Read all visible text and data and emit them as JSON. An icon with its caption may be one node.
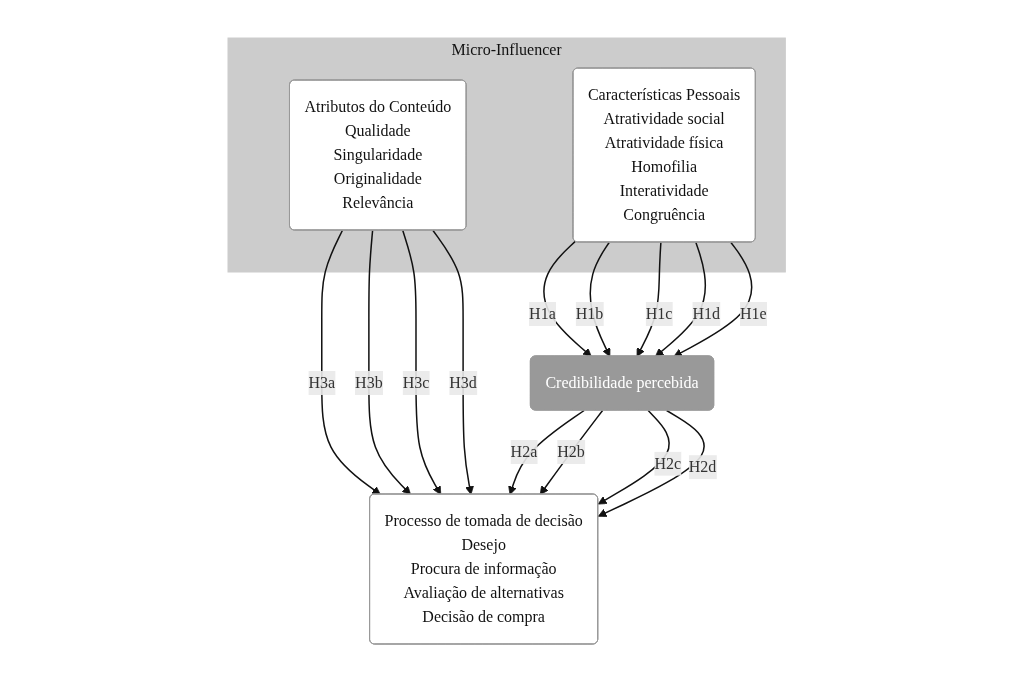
{
  "diagram": {
    "nodes": [
      {
        "text": [
          "Micro-Influencer"
        ]
      },
      {
        "text": [
          "Atributos do Conteúdo",
          "Qualidade",
          "Singularidade",
          "Originalidade",
          "Relevância"
        ],
        "in": 0
      },
      {
        "text": [
          "Características Pessoais",
          "Atratividade social",
          "Atratividade física",
          "Homofilia",
          "Interatividade",
          "Congruência"
        ],
        "in": 0
      },
      {
        "text": [
          "Processo de tomada de decisão",
          "Desejo",
          "Procura de informação",
          "Avaliação de alternativas",
          "Decisão de compra"
        ]
      },
      {
        "text": [
          "Credibilidade percebida"
        ]
      }
    ],
    "edges": [
      {
        "from": 1,
        "to": 3,
        "arrow": "to",
        "label": "H3a"
      },
      {
        "from": 1,
        "to": 3,
        "arrow": "to",
        "label": "H3b"
      },
      {
        "from": 1,
        "to": 3,
        "arrow": "to",
        "label": "H3c"
      },
      {
        "from": 1,
        "to": 3,
        "arrow": "to",
        "label": "H3d"
      },
      {
        "from": 2,
        "to": 4,
        "arrow": "to",
        "label": "H1a"
      },
      {
        "from": 2,
        "to": 4,
        "arrow": "to",
        "label": "H1b"
      },
      {
        "from": 2,
        "to": 4,
        "arrow": "to",
        "label": "H1c"
      },
      {
        "from": 2,
        "to": 4,
        "arrow": "to",
        "label": "H1d"
      },
      {
        "from": 2,
        "to": 4,
        "arrow": "to",
        "label": "H1e"
      },
      {
        "from": 4,
        "to": 3,
        "arrow": "to",
        "label": "H2a"
      },
      {
        "from": 4,
        "to": 3,
        "arrow": "to",
        "label": "H2b"
      },
      {
        "from": 4,
        "to": 3,
        "arrow": "to",
        "label": "H2c"
      },
      {
        "from": 4,
        "to": 3,
        "arrow": "to",
        "label": "H2d"
      }
    ]
  }
}
